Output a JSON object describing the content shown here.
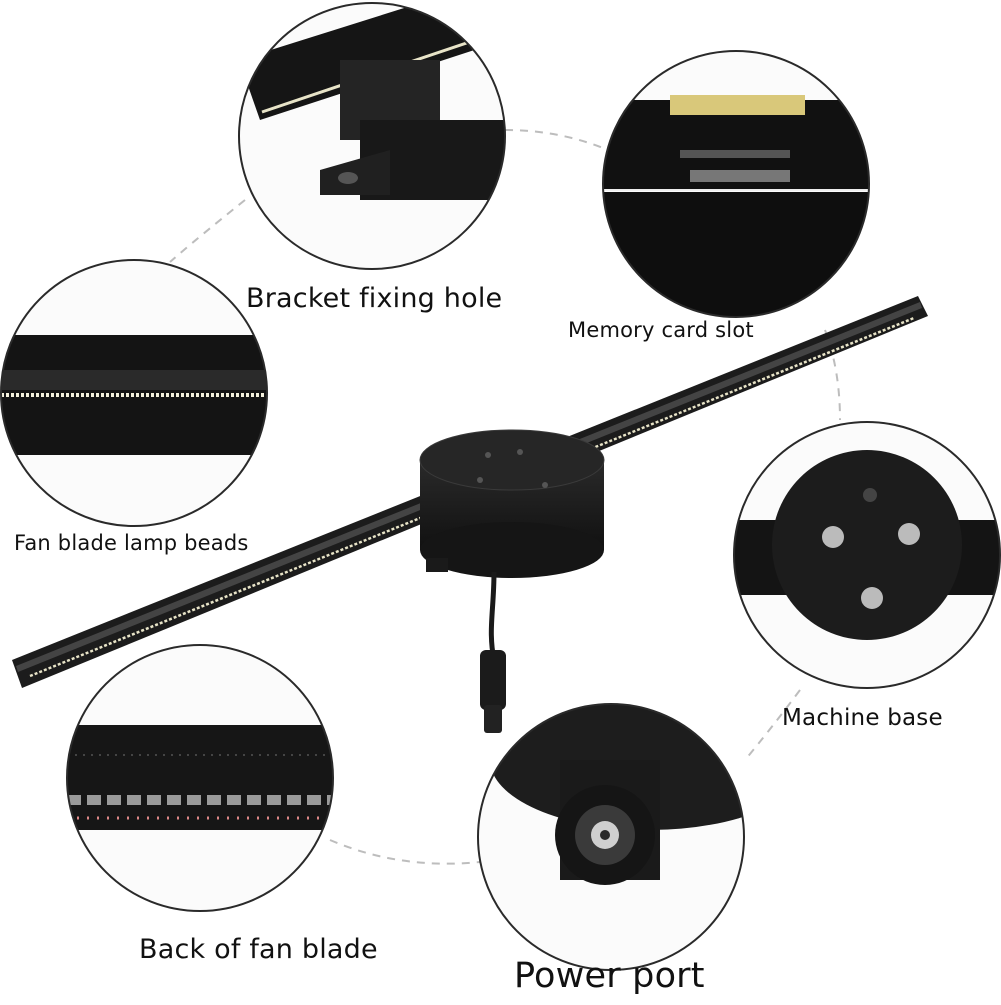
{
  "labels": {
    "bracket": "Bracket fixing hole",
    "memory": "Memory card slot",
    "lamp": "Fan blade lamp beads",
    "base": "Machine base",
    "back": "Back of fan blade",
    "power": "Power port"
  },
  "colors": {
    "background": "#ffffff",
    "device": "#1c1c1c",
    "circle_border": "#2a2a2a",
    "dashed_line": "#bdbdbd",
    "led_strip": "#e8e4c8"
  },
  "icons": {
    "bracket": "bracket-fixing-hole-icon",
    "memory": "memory-card-slot-icon",
    "lamp": "lamp-beads-icon",
    "base": "machine-base-icon",
    "back": "fan-blade-back-icon",
    "power": "power-port-icon"
  }
}
